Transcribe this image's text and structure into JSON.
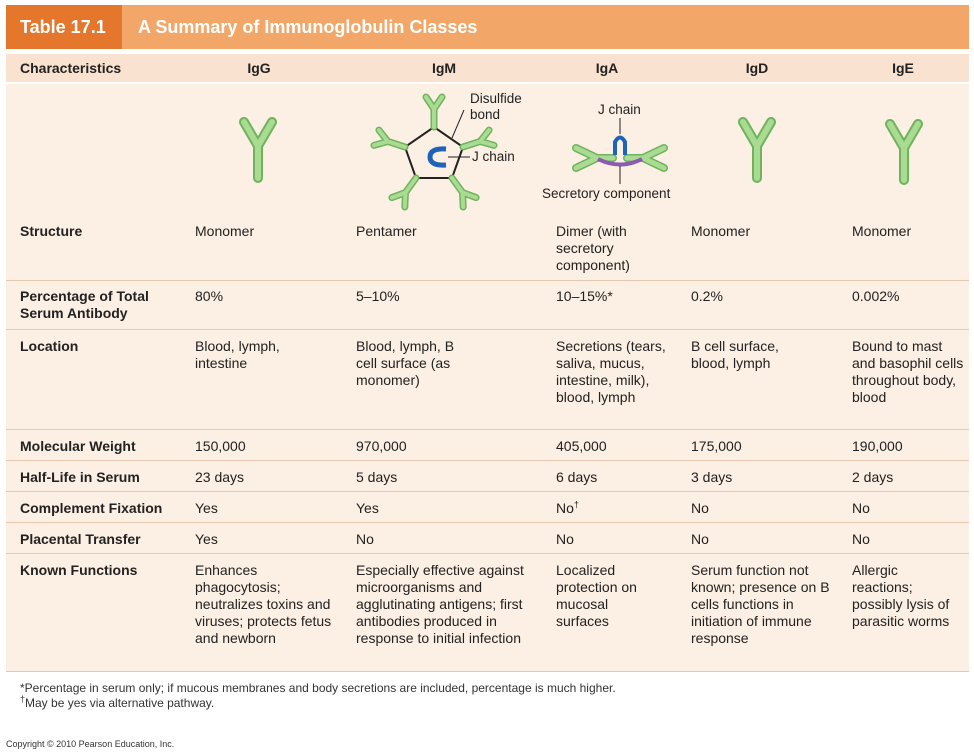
{
  "title": {
    "number": "Table 17.1",
    "text": "A Summary of Immunoglobulin Classes"
  },
  "columns": [
    "Characteristics",
    "IgG",
    "IgM",
    "IgA",
    "IgD",
    "IgE"
  ],
  "diagram": {
    "disulfide_label_1": "Disulfide",
    "disulfide_label_2": "bond",
    "j_chain_igm": "J chain",
    "j_chain_iga": "J chain",
    "secretory_component": "Secretory component"
  },
  "rows": {
    "structure": {
      "label": "Structure",
      "igg": "Monomer",
      "igm": "Pentamer",
      "iga": "Dimer (with secretory component)",
      "igd": "Monomer",
      "ige": "Monomer"
    },
    "percentage": {
      "label": "Percentage of Total Serum Antibody",
      "igg": "80%",
      "igm": "5–10%",
      "iga": "10–15%*",
      "igd": "0.2%",
      "ige": "0.002%"
    },
    "location": {
      "label": "Location",
      "igg": "Blood, lymph, intestine",
      "igm": "Blood, lymph, B cell surface (as monomer)",
      "iga": "Secretions (tears, saliva, mucus, intestine, milk), blood, lymph",
      "igd": "B cell surface, blood, lymph",
      "ige": "Bound to mast and basophil cells throughout body, blood"
    },
    "weight": {
      "label": "Molecular Weight",
      "igg": "150,000",
      "igm": "970,000",
      "iga": "405,000",
      "igd": "175,000",
      "ige": "190,000"
    },
    "halflife": {
      "label": "Half-Life in Serum",
      "igg": "23 days",
      "igm": "5 days",
      "iga": "6 days",
      "igd": "3 days",
      "ige": "2 days"
    },
    "complement": {
      "label": "Complement Fixation",
      "igg": "Yes",
      "igm": "Yes",
      "iga": "No",
      "iga_mark": "†",
      "igd": "No",
      "ige": "No"
    },
    "placental": {
      "label": "Placental Transfer",
      "igg": "Yes",
      "igm": "No",
      "iga": "No",
      "igd": "No",
      "ige": "No"
    },
    "functions": {
      "label": "Known Functions",
      "igg": "Enhances phagocytosis; neutralizes toxins and viruses; protects fetus and newborn",
      "igm": "Especially effective against microorganisms and agglutinating antigens; first antibodies produced in response to initial infection",
      "iga": "Localized protection on mucosal surfaces",
      "igd": "Serum function not known; presence on B cells functions in initiation of immune response",
      "ige": "Allergic reactions; possibly lysis of parasitic worms"
    }
  },
  "footnotes": {
    "star": "*Percentage in serum only; if mucous membranes and body secretions are included, percentage is much higher.",
    "dagger_mark": "†",
    "dagger": "May be yes via alternative pathway."
  },
  "copyright": "Copyright © 2010 Pearson Education, Inc.",
  "colors": {
    "title_dark": "#e5772c",
    "title_light": "#f2a768",
    "header_band": "#f9e2cf",
    "body_band": "#fcefe3",
    "antibody_green": "#9fd68a",
    "j_chain_blue": "#1e63b8",
    "secretory_purple": "#8a5bb0"
  }
}
